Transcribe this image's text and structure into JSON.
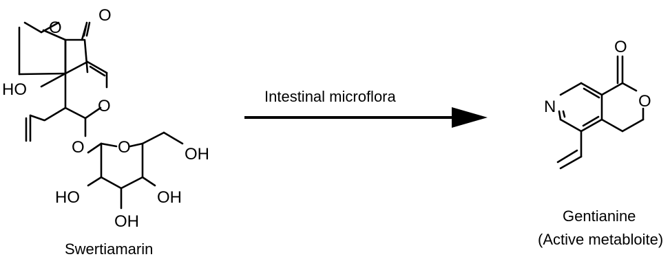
{
  "reaction": {
    "reactant": {
      "name": "Swertiamarin",
      "atoms": {
        "carbonyl_o": "O",
        "ring_o_top": "O",
        "ring_o_pyran": "O",
        "hydroxyl_ho": "HO",
        "glycosidic_o": "O",
        "sugar_ring_o": "O",
        "ch2oh": "OH",
        "sugar_ho_left": "HO",
        "sugar_oh_right": "OH",
        "sugar_oh_bottom": "OH"
      }
    },
    "arrow": {
      "label": "Intestinal microflora"
    },
    "product": {
      "name": "Gentianine",
      "note": "(Active metabloite)",
      "atoms": {
        "carbonyl_o": "O",
        "ring_o": "O",
        "ring_n": "N"
      }
    }
  }
}
